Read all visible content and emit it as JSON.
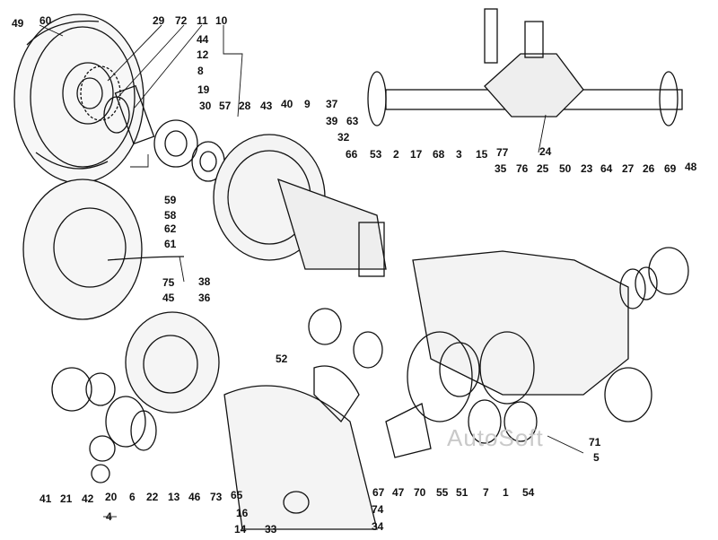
{
  "diagram": {
    "labels": [
      "49",
      "60",
      "29",
      "72",
      "11",
      "10",
      "44",
      "12",
      "8",
      "19",
      "30",
      "57",
      "28",
      "43",
      "40",
      "9",
      "37",
      "39",
      "63",
      "32",
      "66",
      "53",
      "2",
      "17",
      "68",
      "3",
      "15",
      "77",
      "35",
      "76",
      "25",
      "50",
      "23",
      "64",
      "27",
      "26",
      "69",
      "48",
      "24",
      "59",
      "58",
      "62",
      "61",
      "75",
      "45",
      "38",
      "36",
      "52",
      "71",
      "5",
      "41",
      "21",
      "42",
      "20",
      "6",
      "22",
      "13",
      "46",
      "73",
      "65",
      "4",
      "16",
      "14",
      "33",
      "67",
      "47",
      "70",
      "55",
      "51",
      "7",
      "1",
      "54",
      "74",
      "34"
    ],
    "watermark": "AutoSoft"
  }
}
